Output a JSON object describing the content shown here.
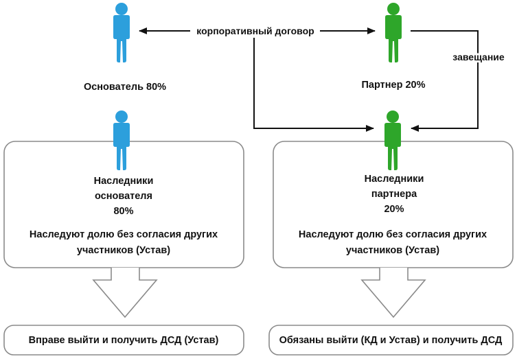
{
  "colors": {
    "founder": "#2c9fdc",
    "partner": "#2ea62a",
    "stroke": "#111111",
    "box_border": "#8a8a8a"
  },
  "top": {
    "contract_label": "корпоративный договор",
    "will_label": "завещание",
    "founder_label": "Основатель 80%",
    "partner_label": "Партнер 20%"
  },
  "left_box": {
    "heirs_line1": "Наследники",
    "heirs_line2": "основателя",
    "heirs_share": "80%",
    "rule_line1": "Наследуют долю без согласия других",
    "rule_line2": "участников (Устав)",
    "outcome": "Вправе выйти и получить ДСД (Устав)"
  },
  "right_box": {
    "heirs_line1": "Наследники",
    "heirs_line2": "партнера",
    "heirs_share": "20%",
    "rule_line1": "Наследуют долю без согласия других",
    "rule_line2": "участников (Устав)",
    "outcome": "Обязаны выйти (КД и Устав) и получить ДСД"
  }
}
